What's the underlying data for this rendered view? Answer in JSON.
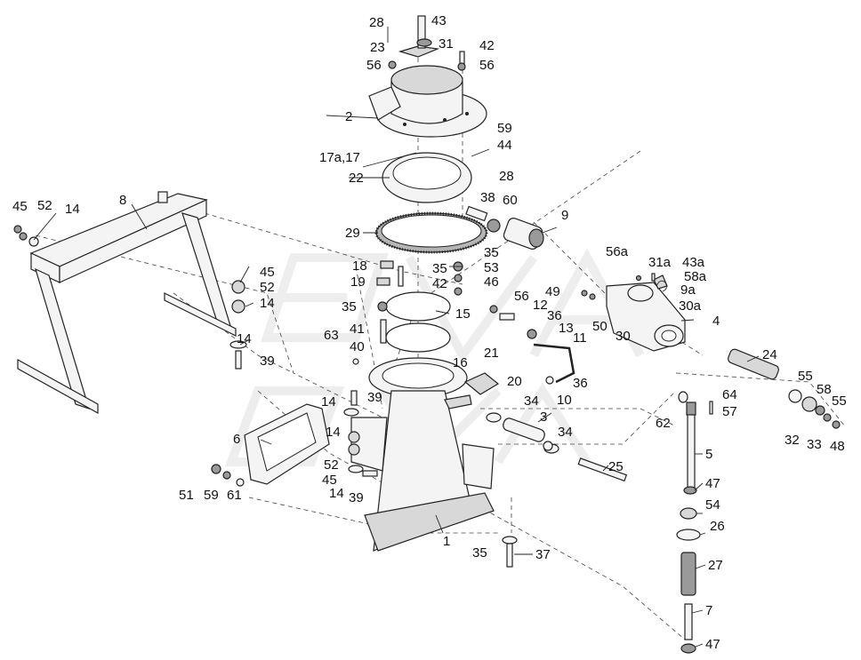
{
  "diagram": {
    "callouts": [
      "28",
      "43",
      "23",
      "31",
      "42",
      "56",
      "56",
      "2",
      "59",
      "44",
      "17a,17",
      "28",
      "22",
      "38",
      "60",
      "9",
      "8",
      "45",
      "52",
      "14",
      "29",
      "56a",
      "31a",
      "43a",
      "58a",
      "9a",
      "30a",
      "4",
      "18",
      "35",
      "35",
      "53",
      "19",
      "42",
      "46",
      "45",
      "52",
      "14",
      "35",
      "15",
      "56",
      "49",
      "12",
      "36",
      "13",
      "11",
      "50",
      "30",
      "41",
      "63",
      "40",
      "14",
      "39",
      "24",
      "21",
      "20",
      "16",
      "36",
      "10",
      "14",
      "39",
      "34",
      "3",
      "55",
      "58",
      "55",
      "62",
      "64",
      "57",
      "34",
      "32",
      "33",
      "48",
      "6",
      "14",
      "52",
      "45",
      "14",
      "39",
      "5",
      "25",
      "51",
      "59",
      "61",
      "47",
      "54",
      "26",
      "1",
      "35",
      "37",
      "27",
      "7",
      "47"
    ],
    "watermark": "EVA"
  }
}
